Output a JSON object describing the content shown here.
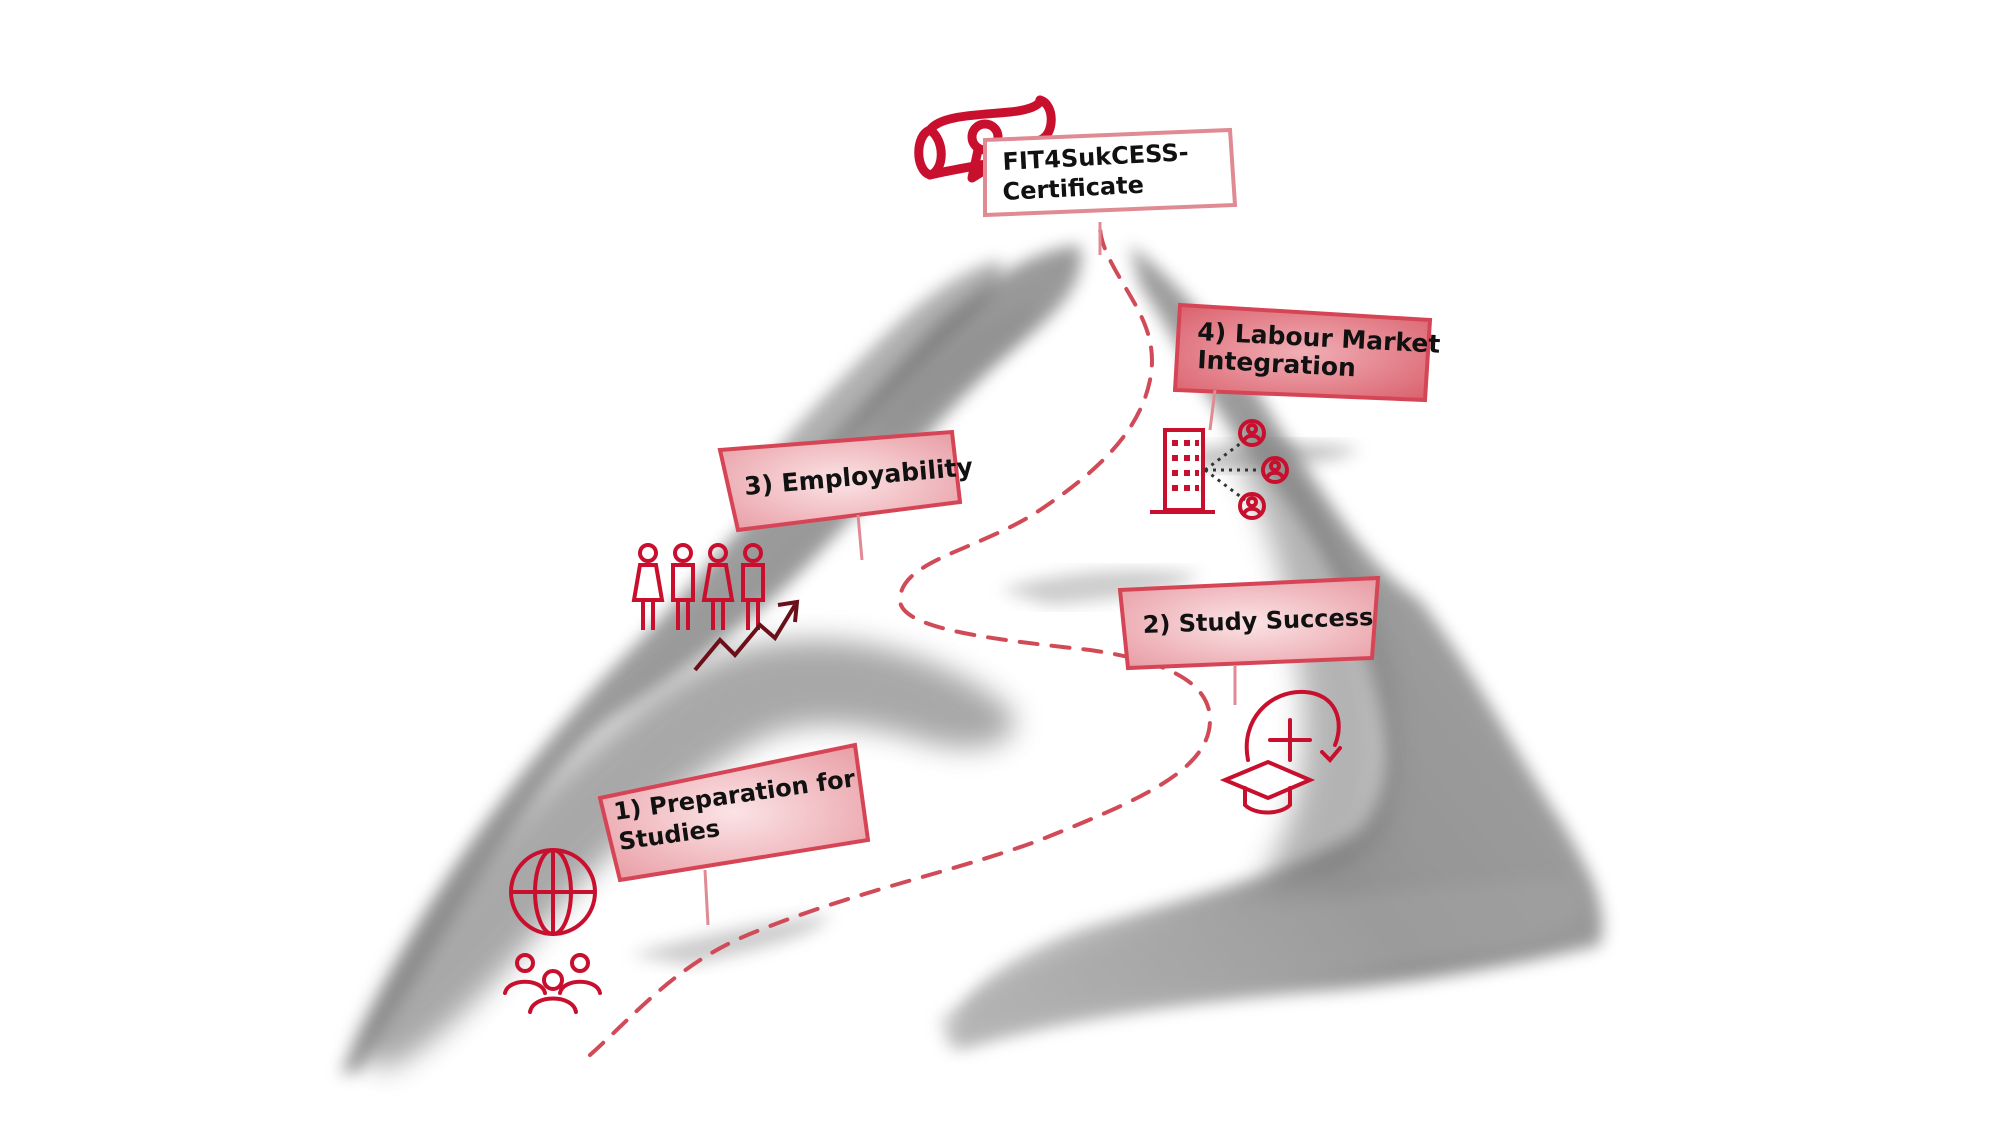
{
  "diagram": {
    "goal": {
      "label_line1": "FIT4SukCESS-",
      "label_line2": "Certificate",
      "icon": "certificate-scroll-icon"
    },
    "stages": [
      {
        "number": 1,
        "label_line1": "1) Preparation for",
        "label_line2": "Studies",
        "icons": [
          "globe-icon",
          "group-of-people-icon"
        ]
      },
      {
        "number": 2,
        "label_line1": "2) Study Success",
        "label_line2": "",
        "icons": [
          "graduation-cap-plus-icon"
        ]
      },
      {
        "number": 3,
        "label_line1": "3) Employability",
        "label_line2": "",
        "icons": [
          "people-growth-icon"
        ]
      },
      {
        "number": 4,
        "label_line1": "4) Labour Market",
        "label_line2": "Integration",
        "icons": [
          "building-network-icon"
        ]
      }
    ]
  },
  "colors": {
    "accent": "#c8102e",
    "sign_fill": "#f3c2c6",
    "mountain": "#8a8a8a",
    "text": "#111111"
  }
}
